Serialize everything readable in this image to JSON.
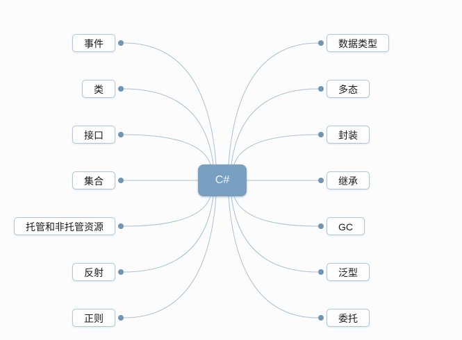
{
  "mindmap": {
    "center": {
      "label": "C#"
    },
    "left_branches": [
      {
        "label": "事件"
      },
      {
        "label": "类"
      },
      {
        "label": "接口"
      },
      {
        "label": "集合"
      },
      {
        "label": "托管和非托管资源"
      },
      {
        "label": "反射"
      },
      {
        "label": "正则"
      }
    ],
    "right_branches": [
      {
        "label": "数据类型"
      },
      {
        "label": "多态"
      },
      {
        "label": "封装"
      },
      {
        "label": "继承"
      },
      {
        "label": "GC"
      },
      {
        "label": "泛型"
      },
      {
        "label": "委托"
      }
    ],
    "colors": {
      "background": "#fcfcfc",
      "center_node_fill": "#7aa0c1",
      "center_node_text": "#eef4f9",
      "leaf_node_fill": "#fdfdfd",
      "leaf_node_border": "#b0c7d8",
      "connector_line": "#aac0d2",
      "connector_dot": "#7095b4"
    }
  }
}
